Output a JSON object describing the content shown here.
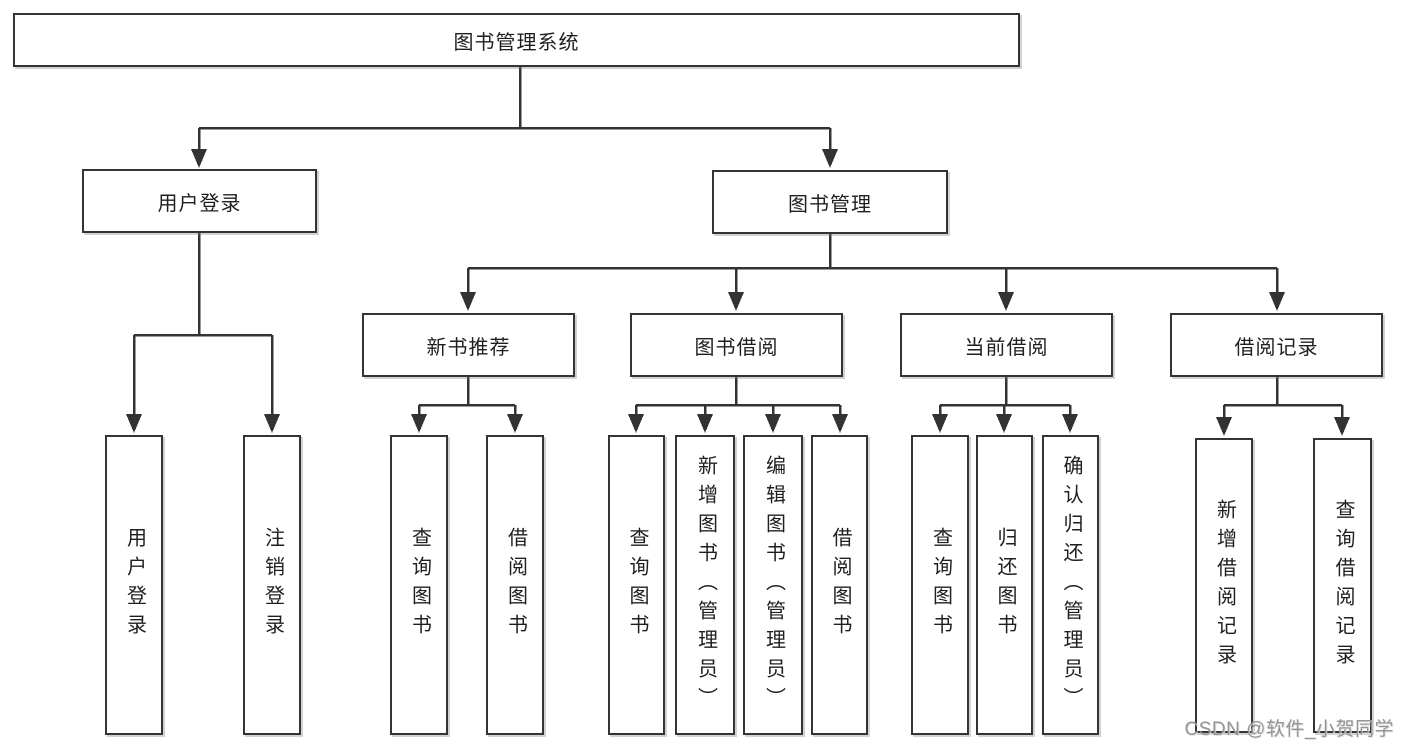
{
  "diagram": {
    "root": "图书管理系统",
    "branches": [
      {
        "label": "用户登录",
        "children": [
          "用户登录",
          "注销登录"
        ]
      },
      {
        "label": "图书管理",
        "groups": [
          {
            "label": "新书推荐",
            "children": [
              "查询图书",
              "借阅图书"
            ]
          },
          {
            "label": "图书借阅",
            "children": [
              "查询图书",
              "新增图书（管理员）",
              "编辑图书（管理员）",
              "借阅图书"
            ]
          },
          {
            "label": "当前借阅",
            "children": [
              "查询图书",
              "归还图书",
              "确认归还（管理员）"
            ]
          },
          {
            "label": "借阅记录",
            "children": [
              "新增借阅记录",
              "查询借阅记录"
            ]
          }
        ]
      }
    ],
    "watermark": "CSDN @软件_小贺同学",
    "colors": {
      "line": "#333333",
      "box_border": "#343434",
      "text": "#1f1f1f",
      "watermark": "#949494",
      "background": "#ffffff"
    }
  }
}
